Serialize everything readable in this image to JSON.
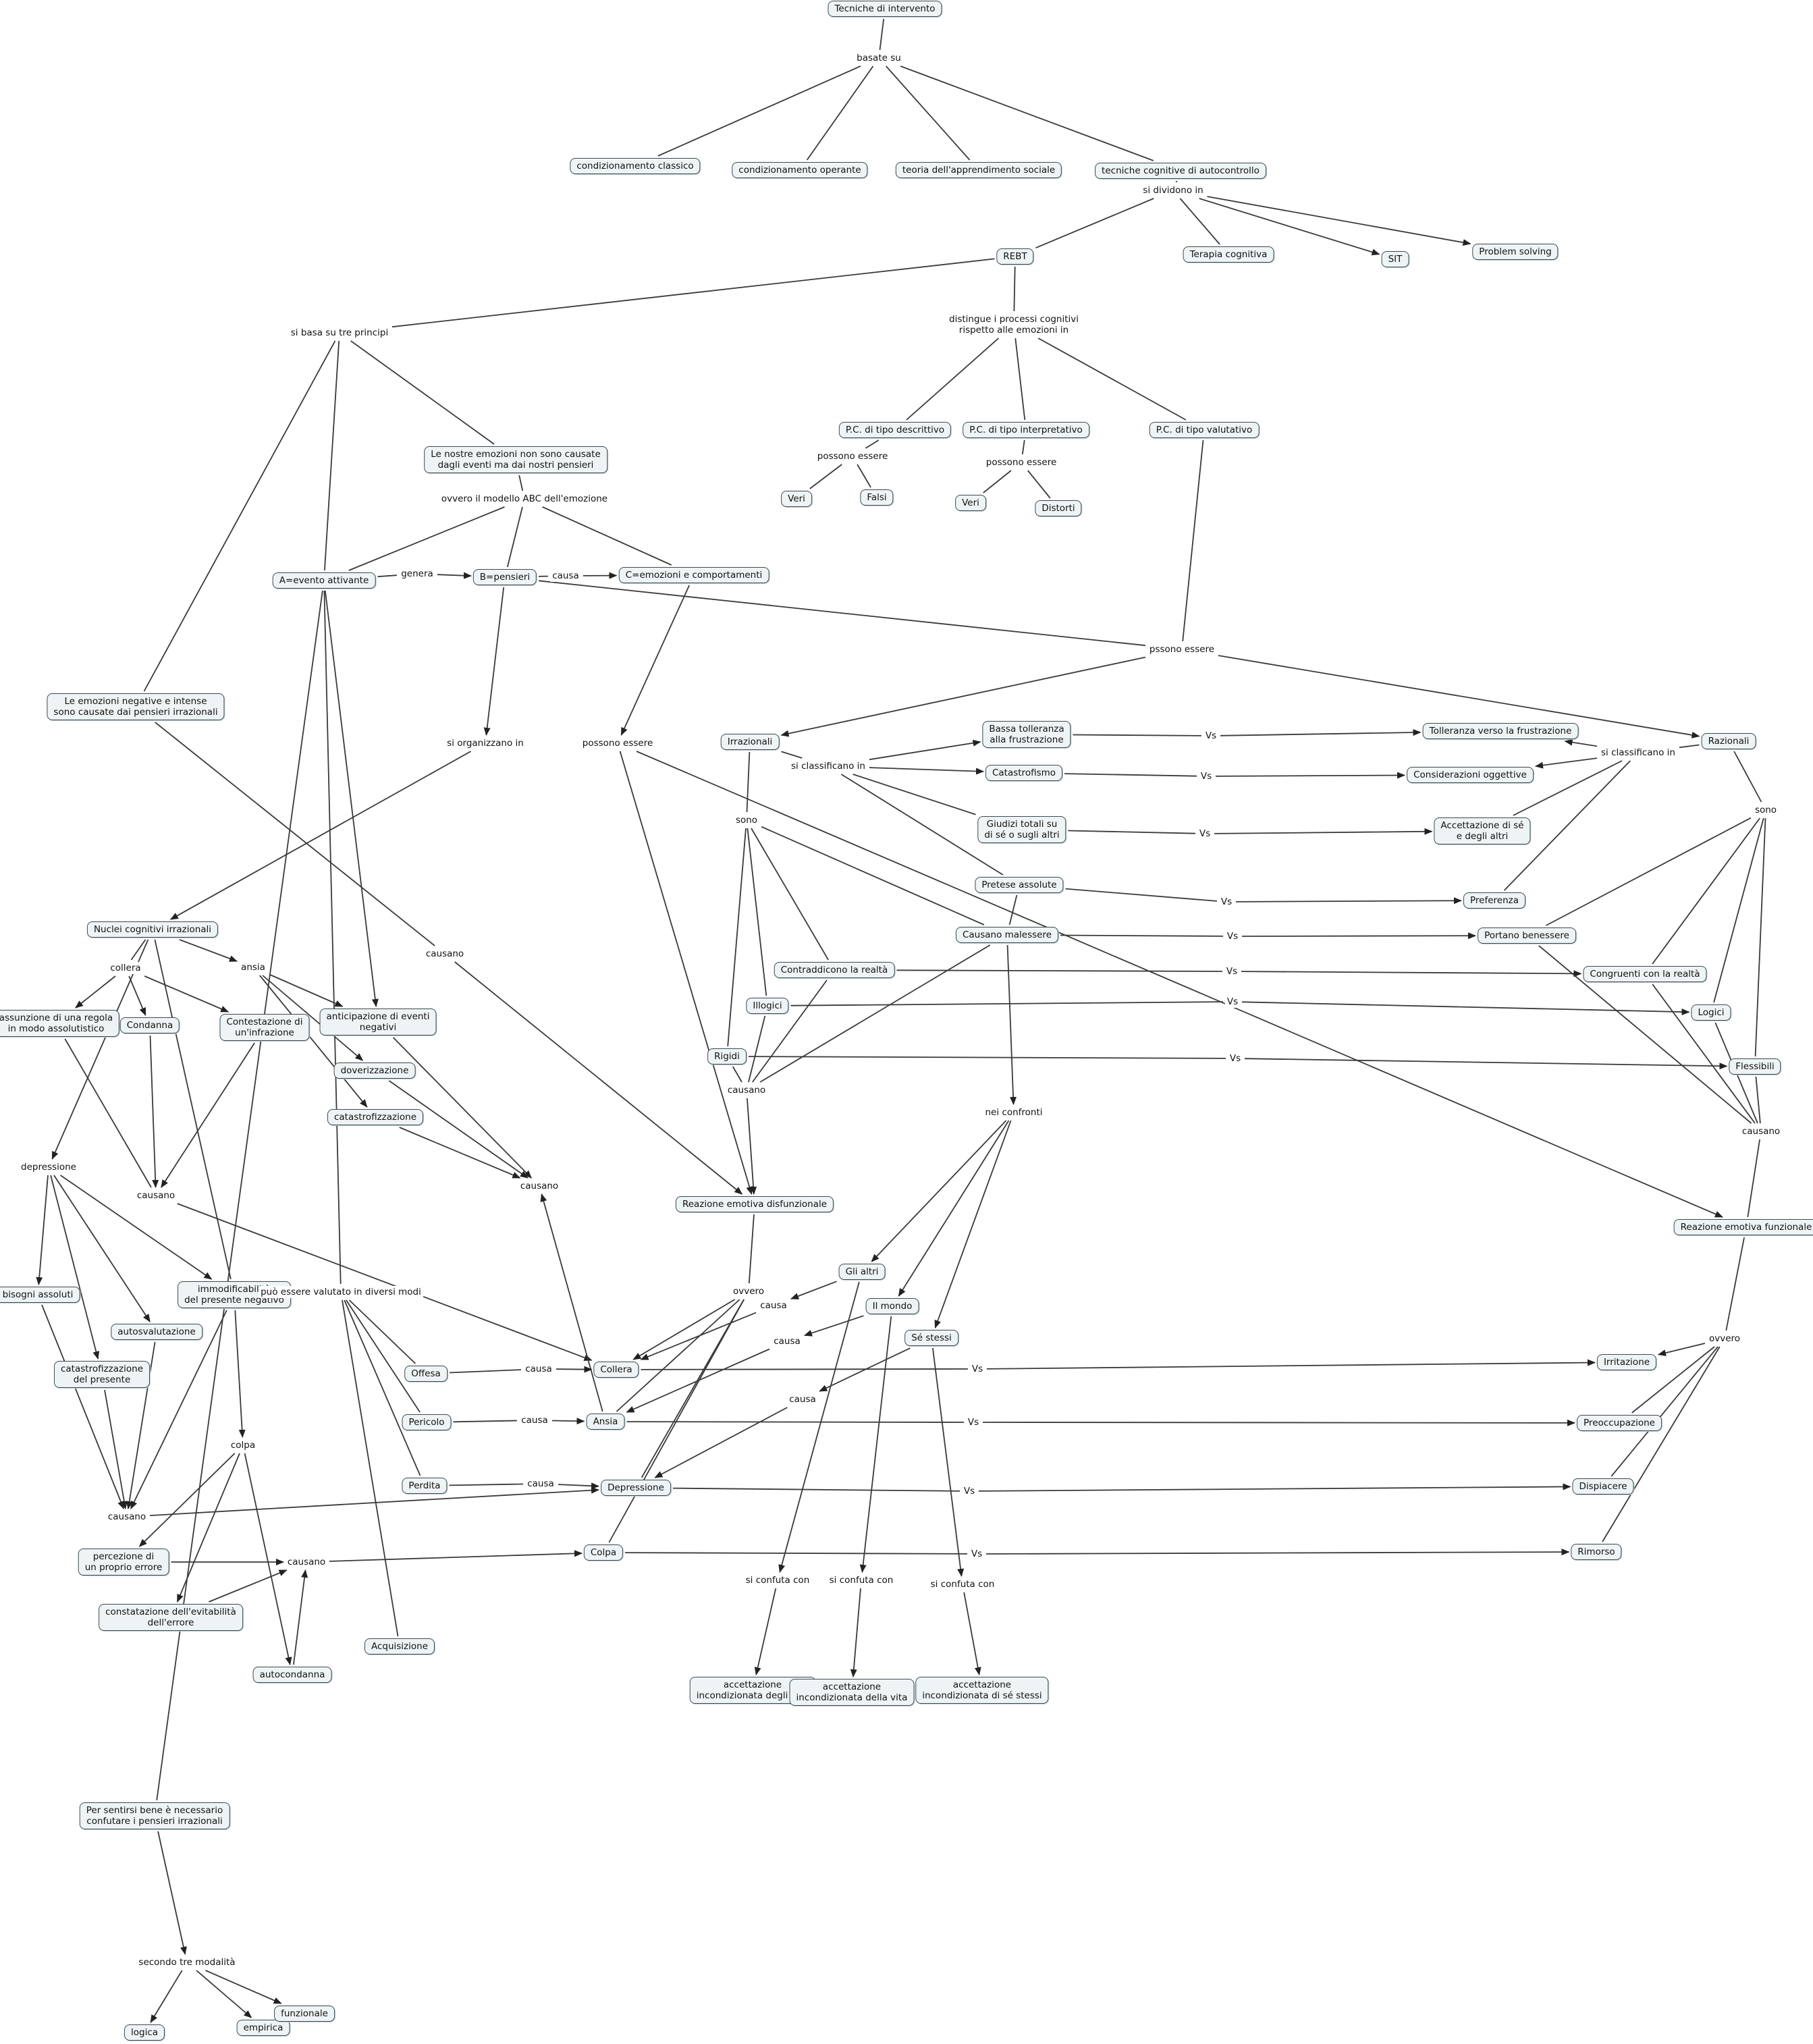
{
  "nodes": {
    "tecniche": "Tecniche di intervento",
    "basate_su": "basate su",
    "cond_classico": "condizionamento classico",
    "cond_operante": "condizionamento operante",
    "teoria_app": "teoria dell'apprendimento sociale",
    "tecn_cognitive": "tecniche cognitive di autocontrollo",
    "si_dividono": "si dividono in",
    "rebt": "REBT",
    "terapia_cog": "Terapia cognitiva",
    "sit": "SIT",
    "problem_solving": "Problem solving",
    "si_basa": "si basa su tre principi",
    "distingue": "distingue i processi cognitivi\nrispetto alle emozioni in",
    "pc_descr": "P.C. di tipo descrittivo",
    "pc_interp": "P.C. di tipo interpretativo",
    "pc_valut": "P.C. di tipo valutativo",
    "possono_essere_1": "possono essere",
    "possono_essere_2": "possono essere",
    "veri_1": "Veri",
    "falsi": "Falsi",
    "veri_2": "Veri",
    "distorti": "Distorti",
    "le_nostre": "Le nostre emozioni non sono causate\ndagli eventi ma dai nostri pensieri",
    "ovvero_abc": "ovvero il modello ABC dell'emozione",
    "a_evento": "A=evento attivante",
    "genera": "genera",
    "b_pensieri": "B=pensieri",
    "causa_bc": "causa",
    "c_emozioni": "C=emozioni e comportamenti",
    "pssono": "pssono essere",
    "le_emozioni": "Le emozioni negative e intense\nsono causate dai pensieri irrazionali",
    "si_organizzano": "si organizzano in",
    "possono_essere_c": "possono essere",
    "irrazionali": "Irrazionali",
    "razionali": "Razionali",
    "si_classificano_irr": "si classificano in",
    "si_classificano_raz": "si classificano in",
    "bassa_toll": "Bassa tolleranza\nalla frustrazione",
    "catastrofismo": "Catastrofismo",
    "giudizi": "Giudizi totali su\ndi sé o sugli altri",
    "pretese": "Pretese assolute",
    "toll_frust": "Tolleranza verso la frustrazione",
    "consid_ogg": "Considerazioni oggettive",
    "accett_se": "Accettazione di sé\ne degli altri",
    "preferenza": "Preferenza",
    "vs1": "Vs",
    "vs2": "Vs",
    "vs3": "Vs",
    "vs4": "Vs",
    "sono_irr": "sono",
    "sono_raz": "sono",
    "causano_mal": "Causano malessere",
    "portano_ben": "Portano benessere",
    "contraddicono": "Contraddicono la realtà",
    "congruenti": "Congruenti con la realtà",
    "illogici": "Illogici",
    "logici": "Logici",
    "rigidi": "Rigidi",
    "flessibili": "Flessibili",
    "vs5": "Vs",
    "vs6": "Vs",
    "vs7": "Vs",
    "vs8": "Vs",
    "causano_irr": "causano",
    "causano_raz": "causano",
    "nei_confronti": "nei confronti",
    "reazione_dis": "Reazione emotiva disfunzionale",
    "reazione_fun": "Reazione emotiva funzionale",
    "nuclei": "Nuclei cognitivi irrazionali",
    "collera_l": "collera",
    "ansia_l": "ansia",
    "depressione_l": "depressione",
    "colpa_l": "colpa",
    "assunzione": "assunzione di una regola\nin modo assolutistico",
    "condanna": "Condanna",
    "contestazione": "Contestazione di\nun'infrazione",
    "anticipazione": "anticipazione di eventi\nnegativi",
    "doverizzazione": "doverizzazione",
    "catastrofizzazione": "catastrofizzazione",
    "causano_collera": "causano",
    "causano_ansia": "causano",
    "causano_dep": "causano",
    "causano_colpa": "causano",
    "causano_mid": "causano",
    "bisogni": "bisogni assoluti",
    "immodif": "immodificabilità\ndel presente negativo",
    "autovalut": "autosvalutazione",
    "catastrof_pres": "catastrofizzazione\ndel presente",
    "percezione": "percezione di\nun proprio errore",
    "constatazione": "constatazione dell'evitabilità\ndell'errore",
    "autocondanna": "autocondanna",
    "puo_essere": "può essere valutato in diversi modi",
    "offesa": "Offesa",
    "pericolo": "Pericolo",
    "perdita": "Perdita",
    "acquisizione": "Acquisizione",
    "causa_off": "causa",
    "causa_per": "causa",
    "causa_perd": "causa",
    "collera": "Collera",
    "ansia": "Ansia",
    "depressione": "Depressione",
    "colpa": "Colpa",
    "ovvero_dis": "ovvero",
    "ovvero_fun": "ovvero",
    "gli_altri": "Gli altri",
    "il_mondo": "Il mondo",
    "se_stessi": "Sé stessi",
    "causa_altri": "causa",
    "causa_mondo": "causa",
    "causa_se": "causa",
    "irritazione": "Irritazione",
    "preoccupazione": "Preoccupazione",
    "dispiacere": "Dispiacere",
    "rimorso": "Rimorso",
    "vs9": "Vs",
    "vs10": "Vs",
    "vs11": "Vs",
    "vs12": "Vs",
    "confuta1": "si confuta con",
    "confuta2": "si confuta con",
    "confuta3": "si confuta con",
    "acc_altri": "accettazione\nincondizionata degli altri",
    "acc_vita": "accettazione\nincondizionata della vita",
    "acc_se": "accettazione\nincondizionata di sé stessi",
    "per_sentirsi": "Per sentirsi bene è necessario\nconfutare i pensieri irrazionali",
    "secondo": "secondo tre modalità",
    "logica": "logica",
    "empirica": "empirica",
    "funzionale": "funzionale"
  }
}
